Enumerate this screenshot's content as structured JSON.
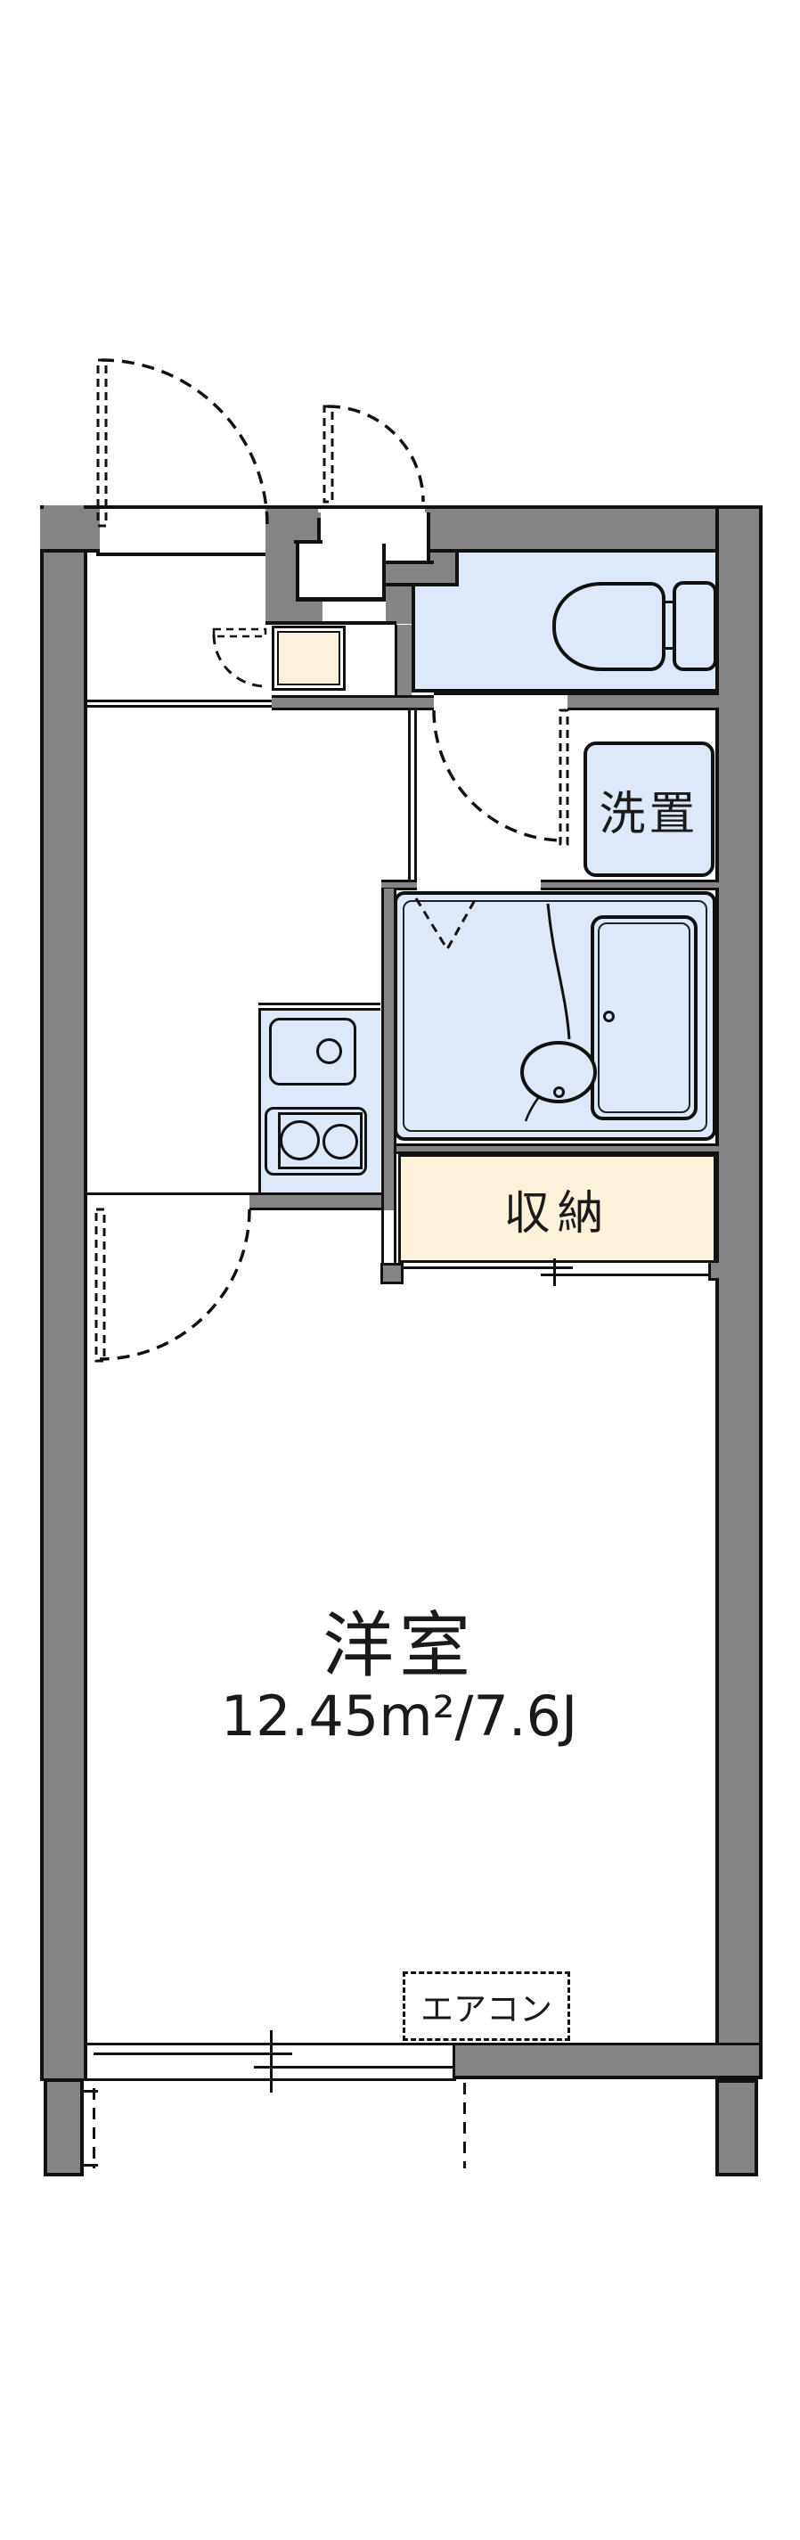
{
  "floorplan": {
    "main_room": {
      "name": "洋室",
      "area": "12.45m²/7.6J"
    },
    "closet_label": "収納",
    "washer_label": "洗置",
    "aircon_label": "エアコン",
    "colors": {
      "wall_gray": "#858585",
      "water_blue": "#dde9f8",
      "cream": "#fcf1da",
      "line_black": "#111111",
      "background": "#ffffff"
    },
    "fixtures": [
      "entrance-door-swing",
      "service-hatch-door-swing",
      "toilet",
      "toilet-tank",
      "washing-machine-space",
      "unit-bath",
      "bathtub",
      "round-wash-basin",
      "kitchen-sink",
      "faucet",
      "two-burner-stove",
      "storage-closet-sliding-door",
      "room-door-swing",
      "washroom-door-swing",
      "bath-folding-door",
      "balcony-sliding-window",
      "air-conditioner-location",
      "balcony-outline"
    ]
  }
}
